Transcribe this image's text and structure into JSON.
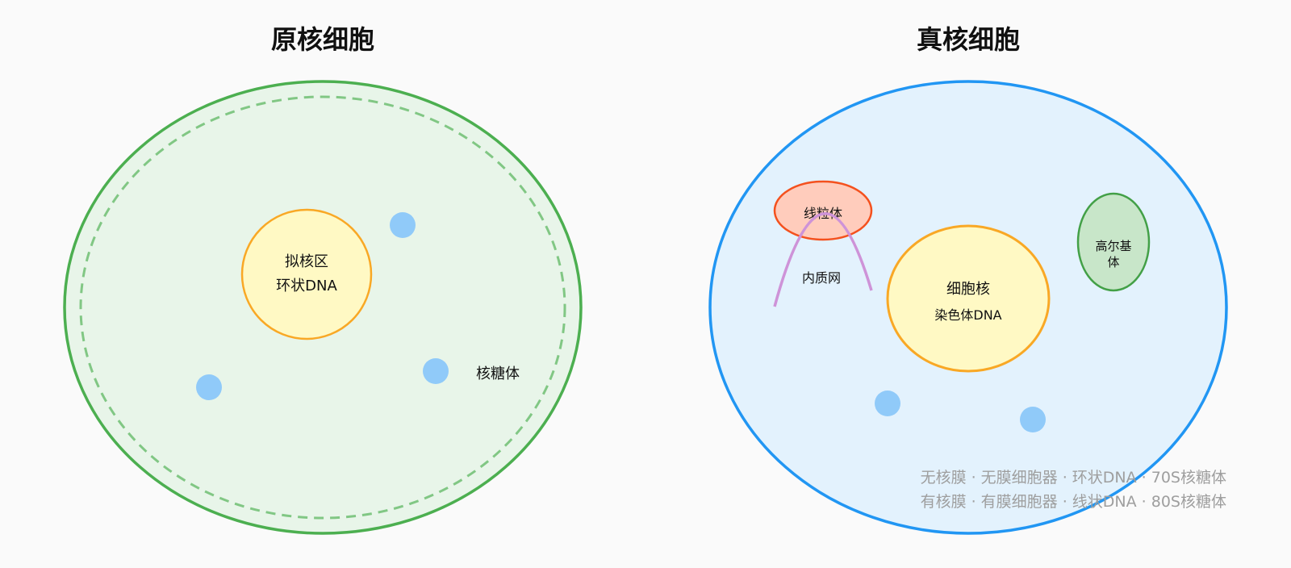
{
  "prokaryote": {
    "title": "原核细胞",
    "nucleoid": {
      "line1": "拟核区",
      "line2": "环状DNA"
    },
    "ribosome_label": "核糖体"
  },
  "eukaryote": {
    "title": "真核细胞",
    "mitochondrion_label": "线粒体",
    "er_label": "内质网",
    "golgi": {
      "line1": "高尔基",
      "line2": "体"
    },
    "nucleus": {
      "line1": "细胞核",
      "line2": "染色体DNA"
    }
  },
  "summary": {
    "prokaryote_traits": "无核膜 · 无膜细胞器 · 环状DNA · 70S核糖体",
    "eukaryote_traits": "有核膜 · 有膜细胞器 · 线状DNA · 80S核糖体"
  },
  "colors": {
    "prokaryote_membrane": "#4caf50",
    "prokaryote_fill": "#e8f5e9",
    "prokaryote_inner_dash": "#81c784",
    "eukaryote_membrane": "#2196f3",
    "eukaryote_fill": "#e3f2fd",
    "nucleus_fill": "#fff9c4",
    "nucleus_stroke": "#f9a825",
    "ribosome": "#90caf9",
    "mitochondrion_fill": "#ffccbc",
    "mitochondrion_stroke": "#f4511e",
    "golgi_fill": "#c8e6c9",
    "golgi_stroke": "#43a047",
    "er_stroke": "#ce93d8",
    "summary_text": "#9e9e9e"
  }
}
